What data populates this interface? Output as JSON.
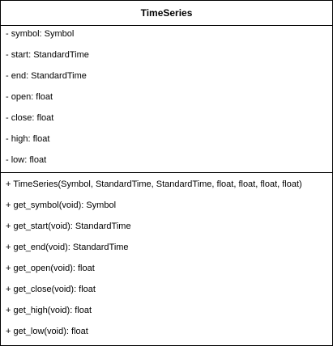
{
  "diagram": {
    "class_name": "TimeSeries",
    "attributes": [
      "- symbol: Symbol",
      "- start: StandardTime",
      "- end: StandardTime",
      "- open: float",
      "- close: float",
      "- high: float",
      "- low: float"
    ],
    "operations": [
      "+ TimeSeries(Symbol, StandardTime, StandardTime, float, float, float, float)",
      "+ get_symbol(void): Symbol",
      "+ get_start(void): StandardTime",
      "+ get_end(void): StandardTime",
      "+ get_open(void): float",
      "+ get_close(void): float",
      "+ get_high(void): float",
      "+ get_low(void): float"
    ]
  }
}
